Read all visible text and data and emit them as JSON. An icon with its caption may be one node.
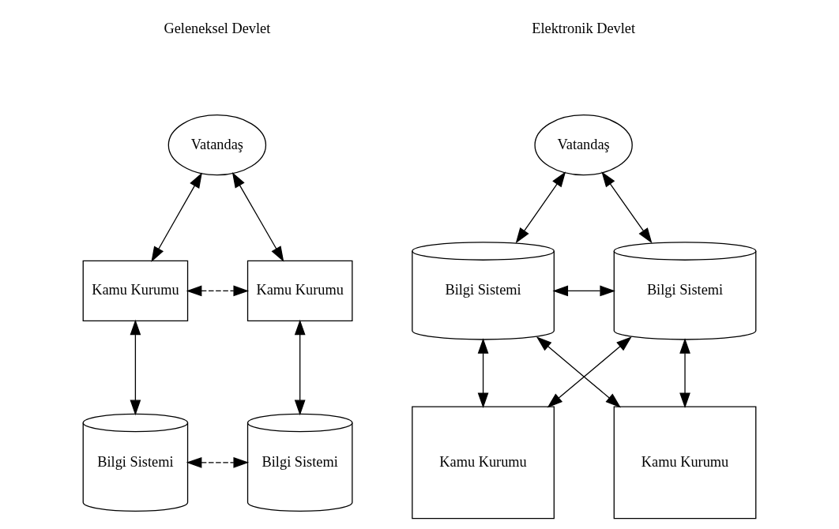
{
  "diagram": {
    "nodes": [
      {
        "text": [
          "Vatandaş"
        ]
      },
      {
        "text": [
          "Kamu Kurumu"
        ]
      },
      {
        "text": [
          "Kamu Kurumu"
        ]
      },
      {
        "text": [
          "Bilgi Sistemi"
        ]
      },
      {
        "text": [
          "Bilgi Sistemi"
        ]
      },
      {
        "text": [
          "Vatandaş"
        ]
      },
      {
        "text": [
          "Bilgi Sistemi"
        ]
      },
      {
        "text": [
          "Bilgi Sistemi"
        ]
      },
      {
        "text": [
          "Kamu Kurumu"
        ]
      },
      {
        "text": [
          "Kamu Kurumu"
        ]
      }
    ],
    "edges": [
      {
        "from": 0,
        "to": 1,
        "arrow": "both"
      },
      {
        "from": 0,
        "to": 2,
        "arrow": "both"
      },
      {
        "from": 1,
        "to": 2,
        "arrow": "both",
        "style": "dashed"
      },
      {
        "from": 1,
        "to": 3,
        "arrow": "both"
      },
      {
        "from": 2,
        "to": 4,
        "arrow": "both"
      },
      {
        "from": 3,
        "to": 4,
        "arrow": "both",
        "style": "dashed"
      },
      {
        "from": 5,
        "to": 6,
        "arrow": "both"
      },
      {
        "from": 5,
        "to": 7,
        "arrow": "both"
      },
      {
        "from": 6,
        "to": 7,
        "arrow": "both"
      },
      {
        "from": 6,
        "to": 8,
        "arrow": "both"
      },
      {
        "from": 7,
        "to": 9,
        "arrow": "both"
      },
      {
        "from": 6,
        "to": 9,
        "arrow": "both"
      },
      {
        "from": 7,
        "to": 8,
        "arrow": "both"
      }
    ],
    "labels": [
      "Geleneksel Devlet",
      "Elektronik Devlet"
    ]
  }
}
